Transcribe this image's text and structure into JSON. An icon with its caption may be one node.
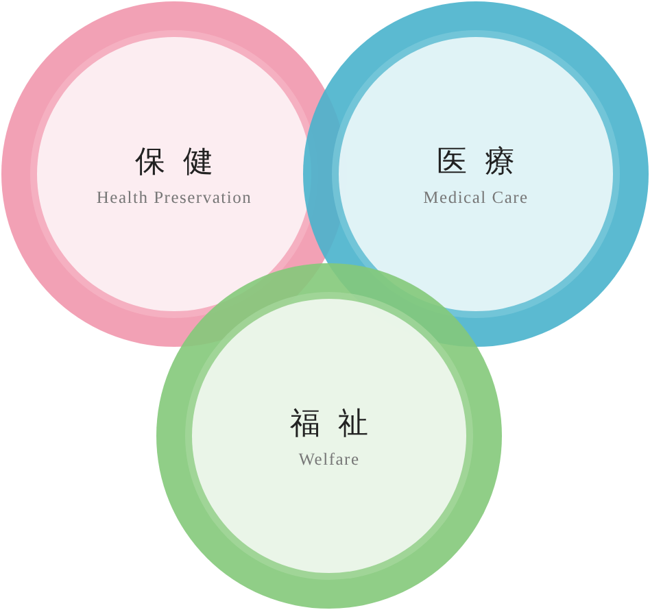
{
  "diagram": {
    "nodes": [
      {
        "text": [
          "保健",
          "Health Preservation"
        ]
      },
      {
        "text": [
          "医療",
          "Medical Care"
        ]
      },
      {
        "text": [
          "福祉",
          "Welfare"
        ]
      }
    ]
  }
}
